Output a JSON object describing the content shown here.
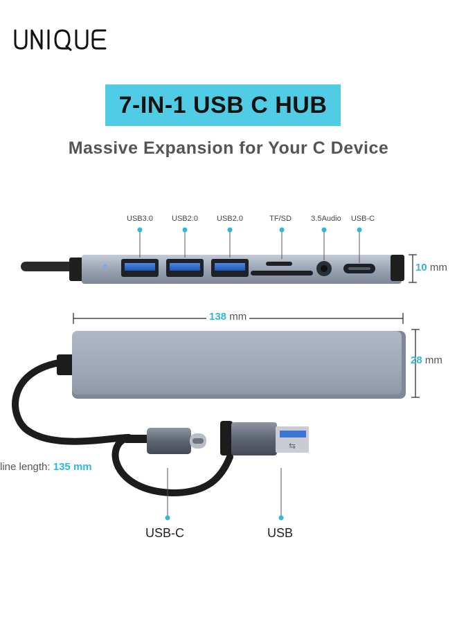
{
  "brand": {
    "logo_text": "UNIQUE"
  },
  "banner": {
    "title": "7-IN-1 USB C HUB",
    "accent_color": "#50cde4"
  },
  "subtitle": "Massive Expansion for Your C Device",
  "ports": [
    {
      "label": "USB3.0"
    },
    {
      "label": "USB2.0"
    },
    {
      "label": "USB2.0"
    },
    {
      "label": "TF/SD"
    },
    {
      "label": "3.5Audio"
    },
    {
      "label": "USB-C"
    }
  ],
  "dimensions": {
    "height": {
      "value": "10",
      "unit": "mm"
    },
    "length": {
      "value": "138",
      "unit": "mm"
    },
    "width": {
      "value": "28",
      "unit": "mm"
    },
    "line_length": {
      "label": "line length:",
      "value": "135",
      "unit": "mm"
    }
  },
  "connectors": {
    "usb_c_label": "USB-C",
    "usb_label": "USB"
  },
  "colors": {
    "callout": "#2fb9d6",
    "hub_body": "#a3adbd"
  }
}
